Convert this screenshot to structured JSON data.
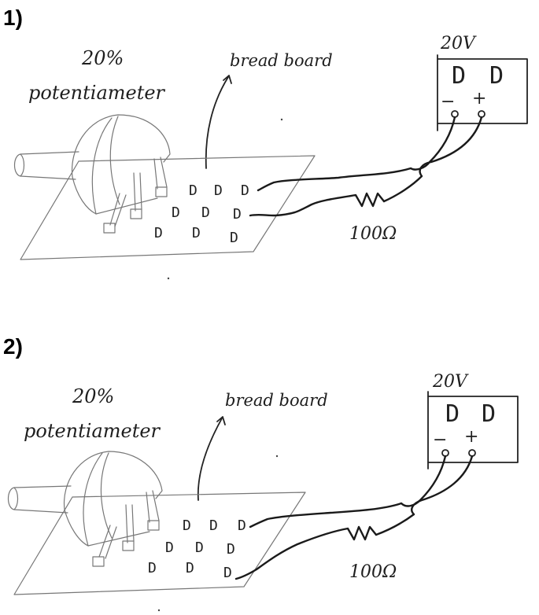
{
  "panels": [
    {
      "number": "1)",
      "potentiometer_value": "20%",
      "potentiometer_label": "potentiameter",
      "breadboard_label": "bread board",
      "supply_voltage": "20V",
      "supply_minus": "−",
      "supply_plus": "+",
      "resistor_label": "100Ω"
    },
    {
      "number": "2)",
      "potentiometer_value": "20%",
      "potentiometer_label": "potentiameter",
      "breadboard_label": "bread board",
      "supply_voltage": "20V",
      "supply_minus": "−",
      "supply_plus": "+",
      "resistor_label": "100Ω"
    }
  ],
  "display_glyph": "D"
}
